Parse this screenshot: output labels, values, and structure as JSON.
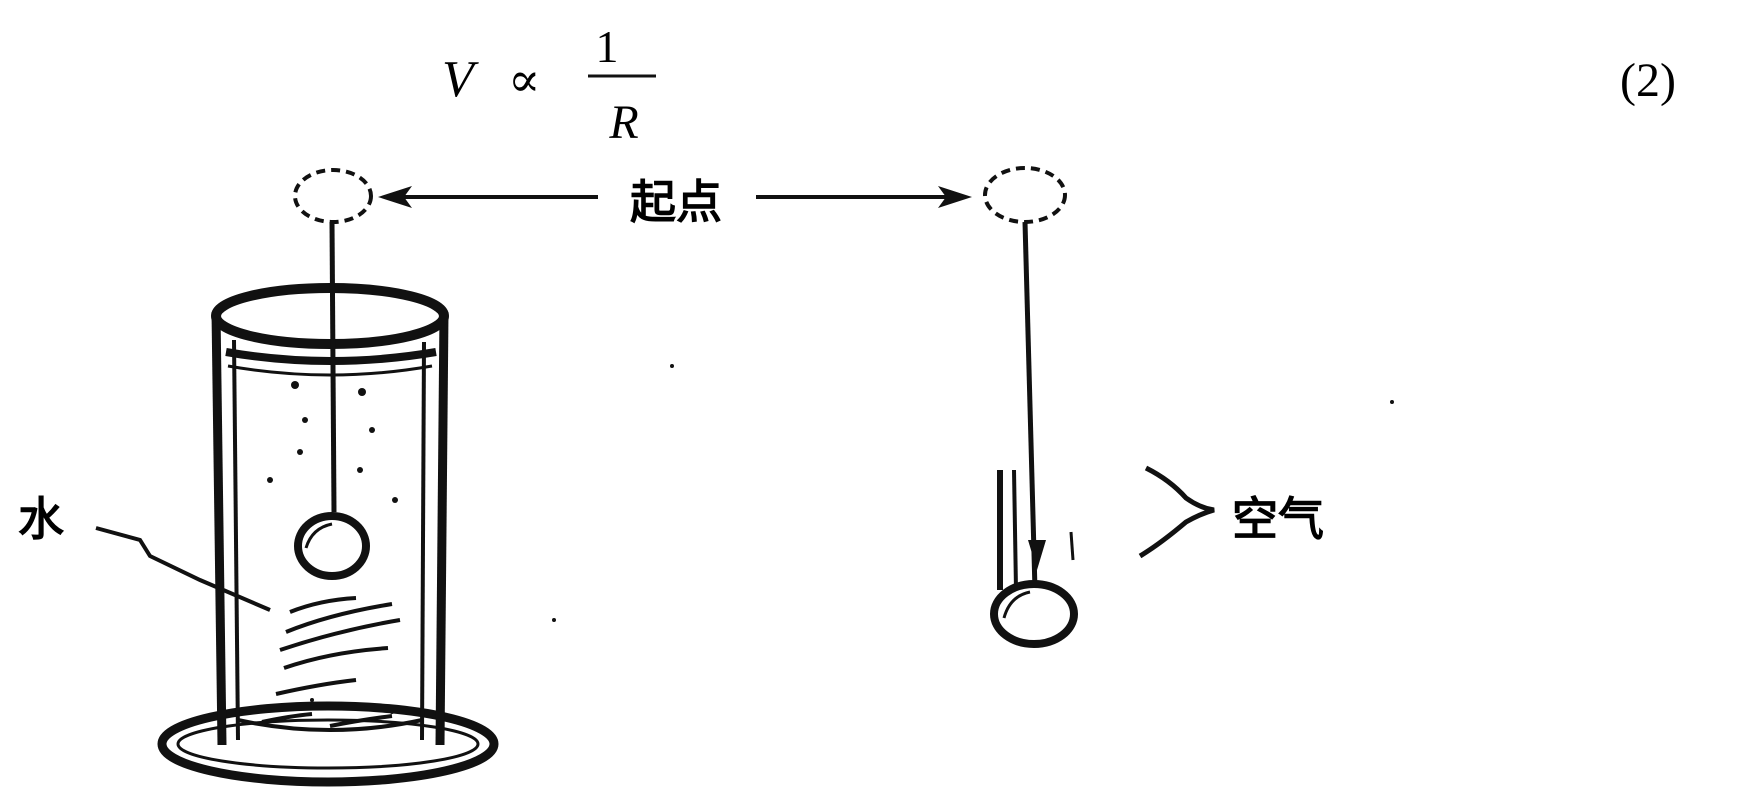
{
  "formula": {
    "lhs": "V",
    "relation": "∝",
    "numerator": "1",
    "denominator": "R"
  },
  "equation_number": "(2)",
  "labels": {
    "start_point": "起点",
    "water": "水",
    "air": "空气"
  }
}
